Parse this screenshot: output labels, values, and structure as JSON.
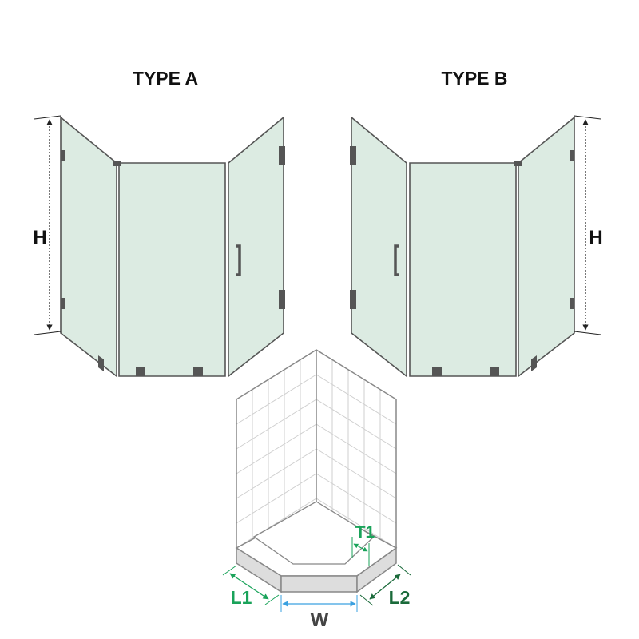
{
  "type_a": {
    "title": "TYPE A",
    "height_label": "H"
  },
  "type_b": {
    "title": "TYPE B",
    "height_label": "H"
  },
  "base": {
    "labels": {
      "l1": "L1",
      "l2": "L2",
      "w": "W",
      "t1": "T1"
    }
  },
  "colors": {
    "glass": "#dcebe2",
    "hardware": "#555555",
    "l1": "#1aa35a",
    "l2": "#1a6a3a",
    "t1": "#1aa35a",
    "w_arrow": "#3aa0e0",
    "w_label": "#444444"
  }
}
